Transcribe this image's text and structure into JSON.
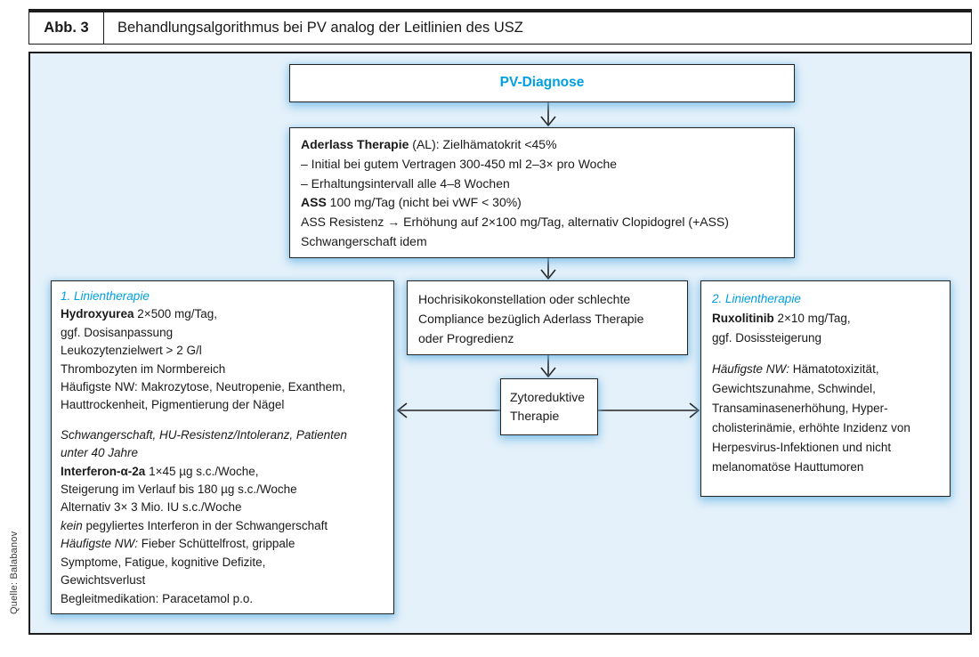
{
  "colors": {
    "accent": "#009fe3",
    "panel_bg": "#e4f1fa",
    "box_border": "#222222",
    "frame_border": "#1c1c1c",
    "glow": "rgba(115,185,230,0.75)"
  },
  "figure": {
    "label": "Abb. 3",
    "title": "Behandlungsalgorithmus bei PV analog der Leitlinien des USZ",
    "source": "Quelle: Balabanov"
  },
  "boxes": {
    "pv_diagnose": {
      "title": "PV-Diagnose"
    },
    "aderlass": {
      "lines": [
        [
          {
            "t": "Aderlass Therapie",
            "b": true
          },
          {
            "t": " (AL): Zielhämatokrit <45%"
          }
        ],
        [
          {
            "t": "–  Initial bei gutem Vertragen 300-450 ml 2–3× pro Woche"
          }
        ],
        [
          {
            "t": "–  Erhaltungsintervall alle 4–8 Wochen"
          }
        ],
        [
          {
            "t": "ASS",
            "b": true
          },
          {
            "t": " 100 mg/Tag (nicht bei vWF < 30%)"
          }
        ],
        [
          {
            "t": "ASS Resistenz → Erhöhung auf 2×100 mg/Tag, alternativ Clopidogrel (+ASS)"
          }
        ],
        [
          {
            "t": "Schwangerschaft idem"
          }
        ]
      ]
    },
    "hochrisiko": {
      "lines": [
        [
          {
            "t": "Hochrisikokonstellation oder schlechte"
          }
        ],
        [
          {
            "t": "Compliance bezüglich Aderlass Therapie"
          }
        ],
        [
          {
            "t": "oder Progredienz"
          }
        ]
      ]
    },
    "zytoreduktiv": {
      "lines": [
        [
          {
            "t": "Zytoreduktive"
          }
        ],
        [
          {
            "t": "Therapie"
          }
        ]
      ]
    },
    "linie1": {
      "lines": [
        [
          {
            "t": "1. Linientherapie",
            "i": true,
            "c": true
          }
        ],
        [
          {
            "t": "Hydroxyurea",
            "b": true
          },
          {
            "t": " 2×500 mg/Tag,"
          }
        ],
        [
          {
            "t": "ggf. Dosisanpassung"
          }
        ],
        [
          {
            "t": "Leukozytenzielwert > 2 G/l"
          }
        ],
        [
          {
            "t": "Thrombozyten im Normbereich"
          }
        ],
        [
          {
            "t": "Häufigste NW: Makrozytose, Neutropenie, Exanthem,"
          }
        ],
        [
          {
            "t": "Hauttrockenheit, Pigmentierung der Nägel"
          }
        ],
        [],
        [
          {
            "t": "Schwangerschaft, HU-Resistenz/Intoleranz, Patienten",
            "i": true
          }
        ],
        [
          {
            "t": "unter 40 Jahre",
            "i": true
          }
        ],
        [
          {
            "t": "Interferon-α-2a",
            "b": true
          },
          {
            "t": " 1×45 µg s.c./Woche,"
          }
        ],
        [
          {
            "t": "Steigerung im Verlauf bis 180 µg s.c./Woche"
          }
        ],
        [
          {
            "t": "Alternativ 3× 3 Mio. IU s.c./Woche"
          }
        ],
        [
          {
            "t": "kein",
            "i": true
          },
          {
            "t": " pegyliertes Interferon in der Schwangerschaft"
          }
        ],
        [
          {
            "t": "Häufigste NW:",
            "i": true
          },
          {
            "t": " Fieber Schüttelfrost, grippale"
          }
        ],
        [
          {
            "t": "Symptome, Fatigue, kognitive Defizite,"
          }
        ],
        [
          {
            "t": "Gewichtsverlust"
          }
        ],
        [
          {
            "t": "Begleitmedikation: Paracetamol p.o."
          }
        ]
      ]
    },
    "linie2": {
      "lines": [
        [
          {
            "t": "2. Linientherapie",
            "i": true,
            "c": true
          }
        ],
        [
          {
            "t": "Ruxolitinib",
            "b": true
          },
          {
            "t": " 2×10 mg/Tag,"
          }
        ],
        [
          {
            "t": "ggf. Dosissteigerung"
          }
        ],
        [],
        [
          {
            "t": "Häufigste NW:",
            "i": true
          },
          {
            "t": " Hämatotoxizität,"
          }
        ],
        [
          {
            "t": "Gewichtszunahme, Schwindel,"
          }
        ],
        [
          {
            "t": "Transaminasenerhöhung, Hyper-"
          }
        ],
        [
          {
            "t": "cholisterinämie, erhöhte Inzidenz von"
          }
        ],
        [
          {
            "t": "Herpesvirus-Infektionen und nicht"
          }
        ],
        [
          {
            "t": "melanomatöse Hauttumoren"
          }
        ]
      ]
    }
  }
}
